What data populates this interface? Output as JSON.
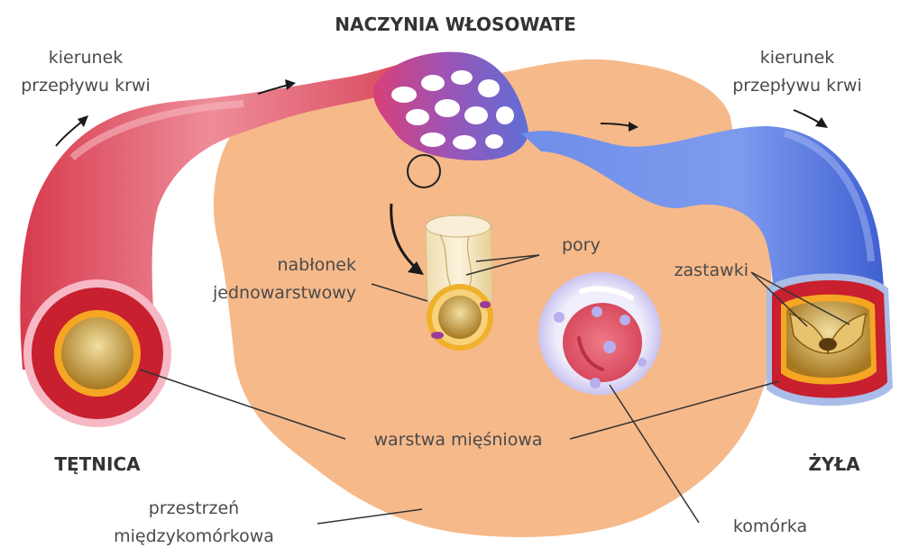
{
  "title": "NACZYNIA WŁOSOWATE",
  "labels": {
    "flow_left_1": "kierunek",
    "flow_left_2": "przepływu krwi",
    "flow_right_1": "kierunek",
    "flow_right_2": "przepływu krwi",
    "artery": "TĘTNICA",
    "vein": "ŻYŁA",
    "pores": "pory",
    "endothelium_1": "nabłonek",
    "endothelium_2": "jednowarstwowy",
    "valves": "zastawki",
    "muscle_layer": "warstwa mięśniowa",
    "interstitial_1": "przestrzeń",
    "interstitial_2": "międzykomórkowa",
    "cell": "komórka"
  },
  "colors": {
    "tissue": "#f6b98a",
    "artery": "#dc4658",
    "artery_light": "#ef8f9b",
    "vein": "#4f6fd8",
    "vein_light": "#8ea4ec",
    "muscle_ring": "#c8202e",
    "capillary_tube": "#f2c86a",
    "cell_nucleus": "#e35a6c",
    "cell_membrane": "#e7e4f7"
  }
}
